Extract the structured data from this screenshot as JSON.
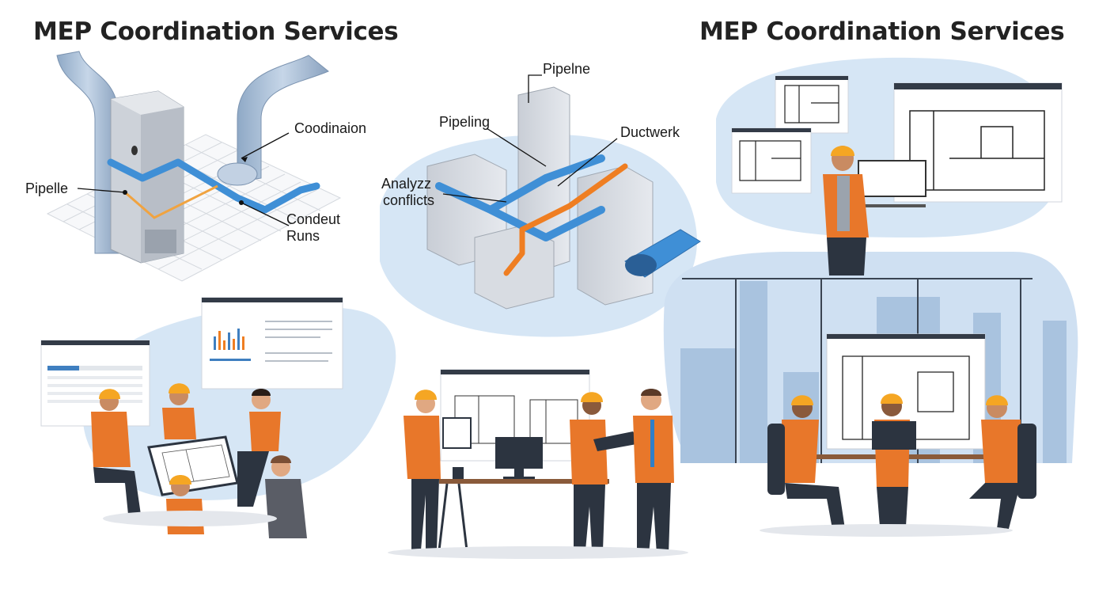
{
  "titles": {
    "left": "MEP Coordination Services",
    "right": "MEP Coordination Services"
  },
  "diagram_left": {
    "labels": {
      "coordination": "Coodinaion",
      "pipeline": "Pipelle",
      "conduit_line1": "Condeut",
      "conduit_line2": "Runs"
    }
  },
  "diagram_center": {
    "labels": {
      "pipeline": "Pipelne",
      "piping": "Pipeling",
      "ductwork": "Ductwerk",
      "analyze_line1": "Analyzz",
      "analyze_line2": "conflicts"
    }
  },
  "scenes": {
    "top_right": "engineer holding laptop in front of floor plan windows",
    "bottom_left": "team meeting with hard hats reviewing blueprints and charts",
    "bottom_center": "three engineers at desk with monitor and floor plan",
    "bottom_right": "conference table meeting in office with city skyline"
  },
  "colors": {
    "safety_orange": "#e8772a",
    "pipe_blue": "#3f8fd6",
    "duct_gray": "#a9b7c9",
    "backdrop_blue": "#d6e6f5",
    "dark_navy": "#2c3440",
    "hardhat": "#f5a623"
  }
}
